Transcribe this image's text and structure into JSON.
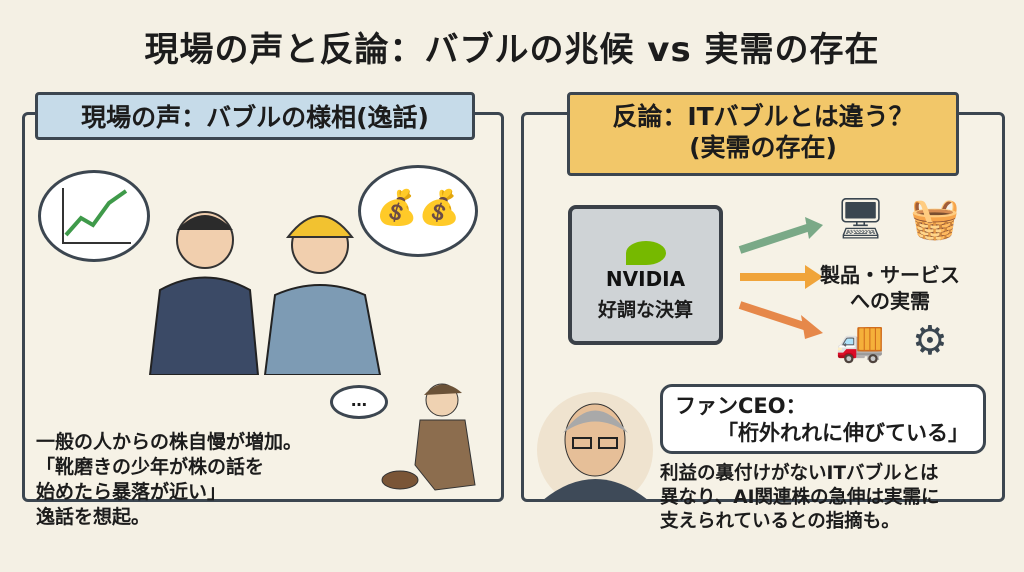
{
  "title": "現場の声と反論：バブルの兆候 vs 実需の存在",
  "left": {
    "header": "現場の声：バブルの様相(逸話)",
    "body": [
      "一般の人からの株自慢が増加。",
      "「靴磨きの少年が株の話を",
      "始めたら暴落が近い」",
      "逸話を想起。"
    ],
    "speech_dots": "…"
  },
  "right": {
    "header_line1": "反論：ITバブルとは違う？",
    "header_line2": "(実需の存在)",
    "chip_brand": "NVIDIA",
    "chip_label": "好調な決算",
    "demand_line1": "製品・サービス",
    "demand_line2": "への実需",
    "ceo_name": "ファンCEO：",
    "ceo_quote": "「桁外れれに伸びている」",
    "body": [
      "利益の裏付けがないITバブルとは",
      "異なり、AI関連株の急伸は実需に",
      "支えられているとの指摘も。"
    ]
  },
  "colors": {
    "left_header": "#c6dbe9",
    "right_header": "#f2c769",
    "background": "#f4f0e4"
  }
}
